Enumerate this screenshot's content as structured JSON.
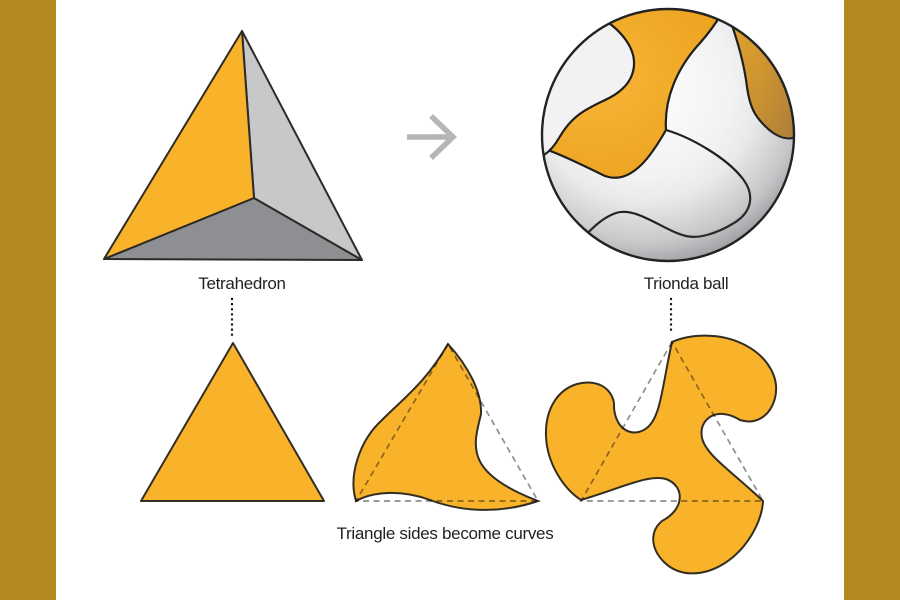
{
  "page": {
    "background": "#ffffff",
    "frame_color": "#b2891e"
  },
  "colors": {
    "gold_bar": "#b2891e",
    "yellow": "#f9b32b",
    "tetra_right_face": "#c7c8ca",
    "tetra_bottom_face": "#8d8f92",
    "outline_dark": "#2e2a25",
    "seam_black": "#1f1f1f",
    "dashed_gray": "#9b9b9b",
    "arrow_gray": "#b5b6b8",
    "ball_white": "#f2f2f3",
    "ball_orange": "#efa51f",
    "ball_orange_shadow": "#bd8733"
  },
  "top_row": {
    "left_figure": {
      "label": "Tetrahedron",
      "shape": "tetrahedron"
    },
    "arrow_icon": "arrow-right-icon",
    "right_figure": {
      "label": "Trionda ball",
      "shape": "sphere-with-curved-panels"
    }
  },
  "bottom_row": {
    "caption": "Triangle sides become curves",
    "shapes": [
      "plain-triangle",
      "triangle-with-s-curved-sides",
      "trionda-panel-with-lobes"
    ]
  }
}
